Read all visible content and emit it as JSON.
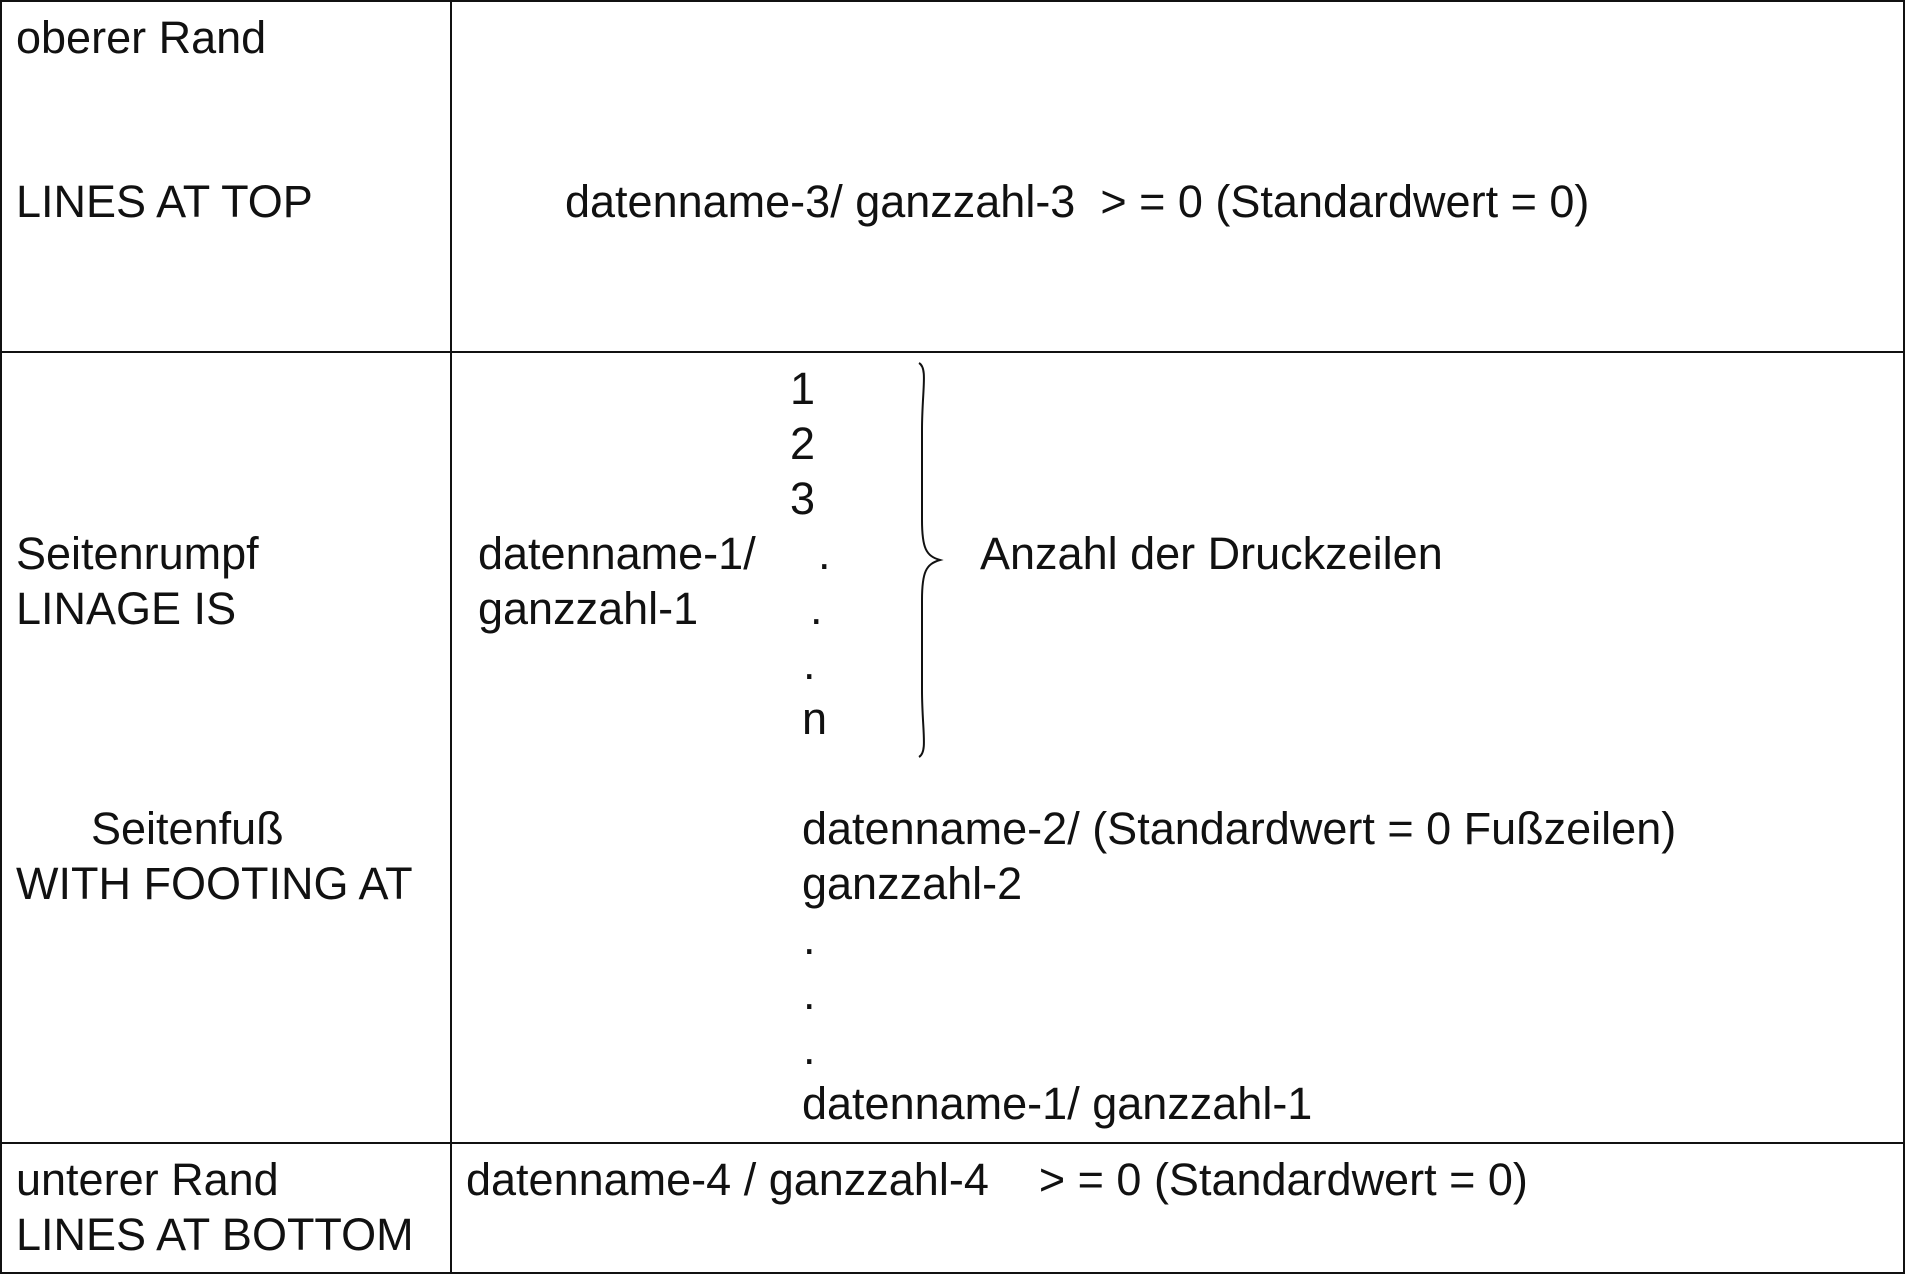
{
  "table": {
    "row_top": {
      "left_line1": "oberer Rand",
      "left_line2": "LINES AT TOP",
      "right": "datenname-3/ ganzzahl-3  > = 0 (Standardwert = 0)"
    },
    "row_body": {
      "left_line1": "Seitenrumpf",
      "left_line2": "LINAGE IS",
      "operand_line1": "datenname-1/",
      "operand_line2": "ganzzahl-1",
      "line_numbers": [
        "1",
        "2",
        "3",
        ".",
        ".",
        ".",
        "n"
      ],
      "brace_label": "Anzahl der Druckzeilen",
      "footing_label_line1": "Seitenfuß",
      "footing_label_line2": "WITH FOOTING AT",
      "footing_line1": "datenname-2/ (Standardwert = 0 Fußzeilen)",
      "footing_line2": "ganzzahl-2",
      "footing_dots": [
        ".",
        ".",
        "."
      ],
      "footing_last": "datenname-1/ ganzzahl-1"
    },
    "row_bottom": {
      "left_line1": "unterer Rand",
      "left_line2": "LINES AT BOTTOM",
      "right": "datenname-4 / ganzzahl-4    > = 0 (Standardwert = 0)"
    }
  }
}
